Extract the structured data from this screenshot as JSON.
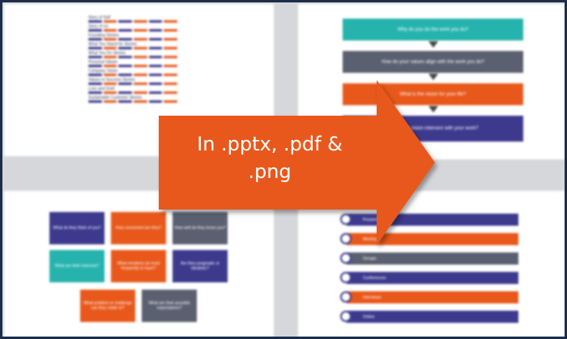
{
  "banner": {
    "text_line1": "In .pptx, .pdf &",
    "text_line2": ".png",
    "color": "#e8581b"
  },
  "top_left_slide": {
    "items": [
      "Story of Self",
      "Story of Us",
      "Founding Stories",
      "What You Stand for Stories",
      "What You Do Stories",
      "Personal Values",
      "Company Vision",
      "Values to Success Stories",
      "Loss and Grief",
      "Sustainable Customer Stories"
    ],
    "bar_colors": [
      "#3d3a8e",
      "#e8581b",
      "#3d3a8e",
      "#e8581b",
      "#3d3a8e",
      "#e8581b"
    ]
  },
  "top_right_slide": {
    "steps": [
      {
        "label": "Why do you do the work you do?",
        "color": "#26b3ad"
      },
      {
        "label": "How do your values align with the work you do?",
        "color": "#5a6070"
      },
      {
        "label": "What is the vision for your life?",
        "color": "#e8581b"
      },
      {
        "label": "Does your vision intersect with your work?",
        "color": "#3d3a8e"
      }
    ]
  },
  "bottom_left_slide": {
    "boxes": [
      {
        "label": "What do they think of you?",
        "color": "#3d3a8e"
      },
      {
        "label": "How connected are they?",
        "color": "#e8581b"
      },
      {
        "label": "How well do they know you?",
        "color": "#5a6070"
      },
      {
        "label": "What are their interests?",
        "color": "#26b3ad"
      },
      {
        "label": "What emotions do most frequently to have?",
        "color": "#e8581b"
      },
      {
        "label": "Are they pragmatic or idealistic?",
        "color": "#3d3a8e"
      },
      {
        "label": "What problem or challenge can they relate to?",
        "color": "#e8581b"
      },
      {
        "label": "What are their possible expectations?",
        "color": "#5a6070"
      }
    ]
  },
  "bottom_right_slide": {
    "rows": [
      {
        "label": "Presentations",
        "color": "#3d3a8e"
      },
      {
        "label": "Meetings",
        "color": "#e8581b"
      },
      {
        "label": "Groups",
        "color": "#5a6070"
      },
      {
        "label": "Conferences",
        "color": "#3d3a8e"
      },
      {
        "label": "Interviews",
        "color": "#e8581b"
      },
      {
        "label": "Online",
        "color": "#3d3a8e"
      }
    ]
  }
}
